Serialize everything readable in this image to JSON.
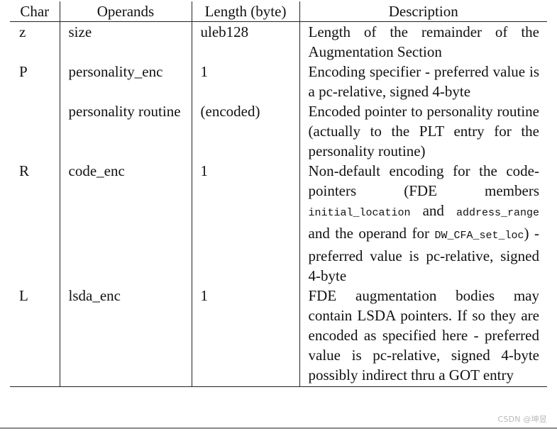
{
  "table": {
    "headers": {
      "char": "Char",
      "operands": "Operands",
      "length": "Length (byte)",
      "description": "Description"
    },
    "rows": [
      {
        "char": "z",
        "operands": "size",
        "length": "uleb128",
        "description": "Length of the remainder of the Augmentation Section"
      },
      {
        "char": "P",
        "operands": "personality_enc",
        "length": "1",
        "description": "Encoding specifier - preferred value is a pc-relative, signed 4-byte"
      },
      {
        "char": "",
        "operands": "personality routine",
        "length": "(encoded)",
        "description": "Encoded pointer to personality routine (actually to the PLT entry for the personality routine)"
      },
      {
        "char": "R",
        "operands": "code_enc",
        "length": "1",
        "description": {
          "t1": "Non-default encoding for the code-pointers (FDE members",
          "c1": "initial_location",
          "t2": "and",
          "c2": "address_range",
          "t3": "and the operand for",
          "c3": "DW_CFA_set_loc",
          "t4": ") - preferred value is pc-relative, signed 4-byte"
        }
      },
      {
        "char": "L",
        "operands": "lsda_enc",
        "length": "1",
        "description": "FDE augmentation bodies may contain LSDA pointers. If so they are encoded as specified here - preferred value is pc-relative, signed 4-byte possibly indirect thru a GOT entry"
      }
    ]
  },
  "watermark": "CSDN @坤昱"
}
